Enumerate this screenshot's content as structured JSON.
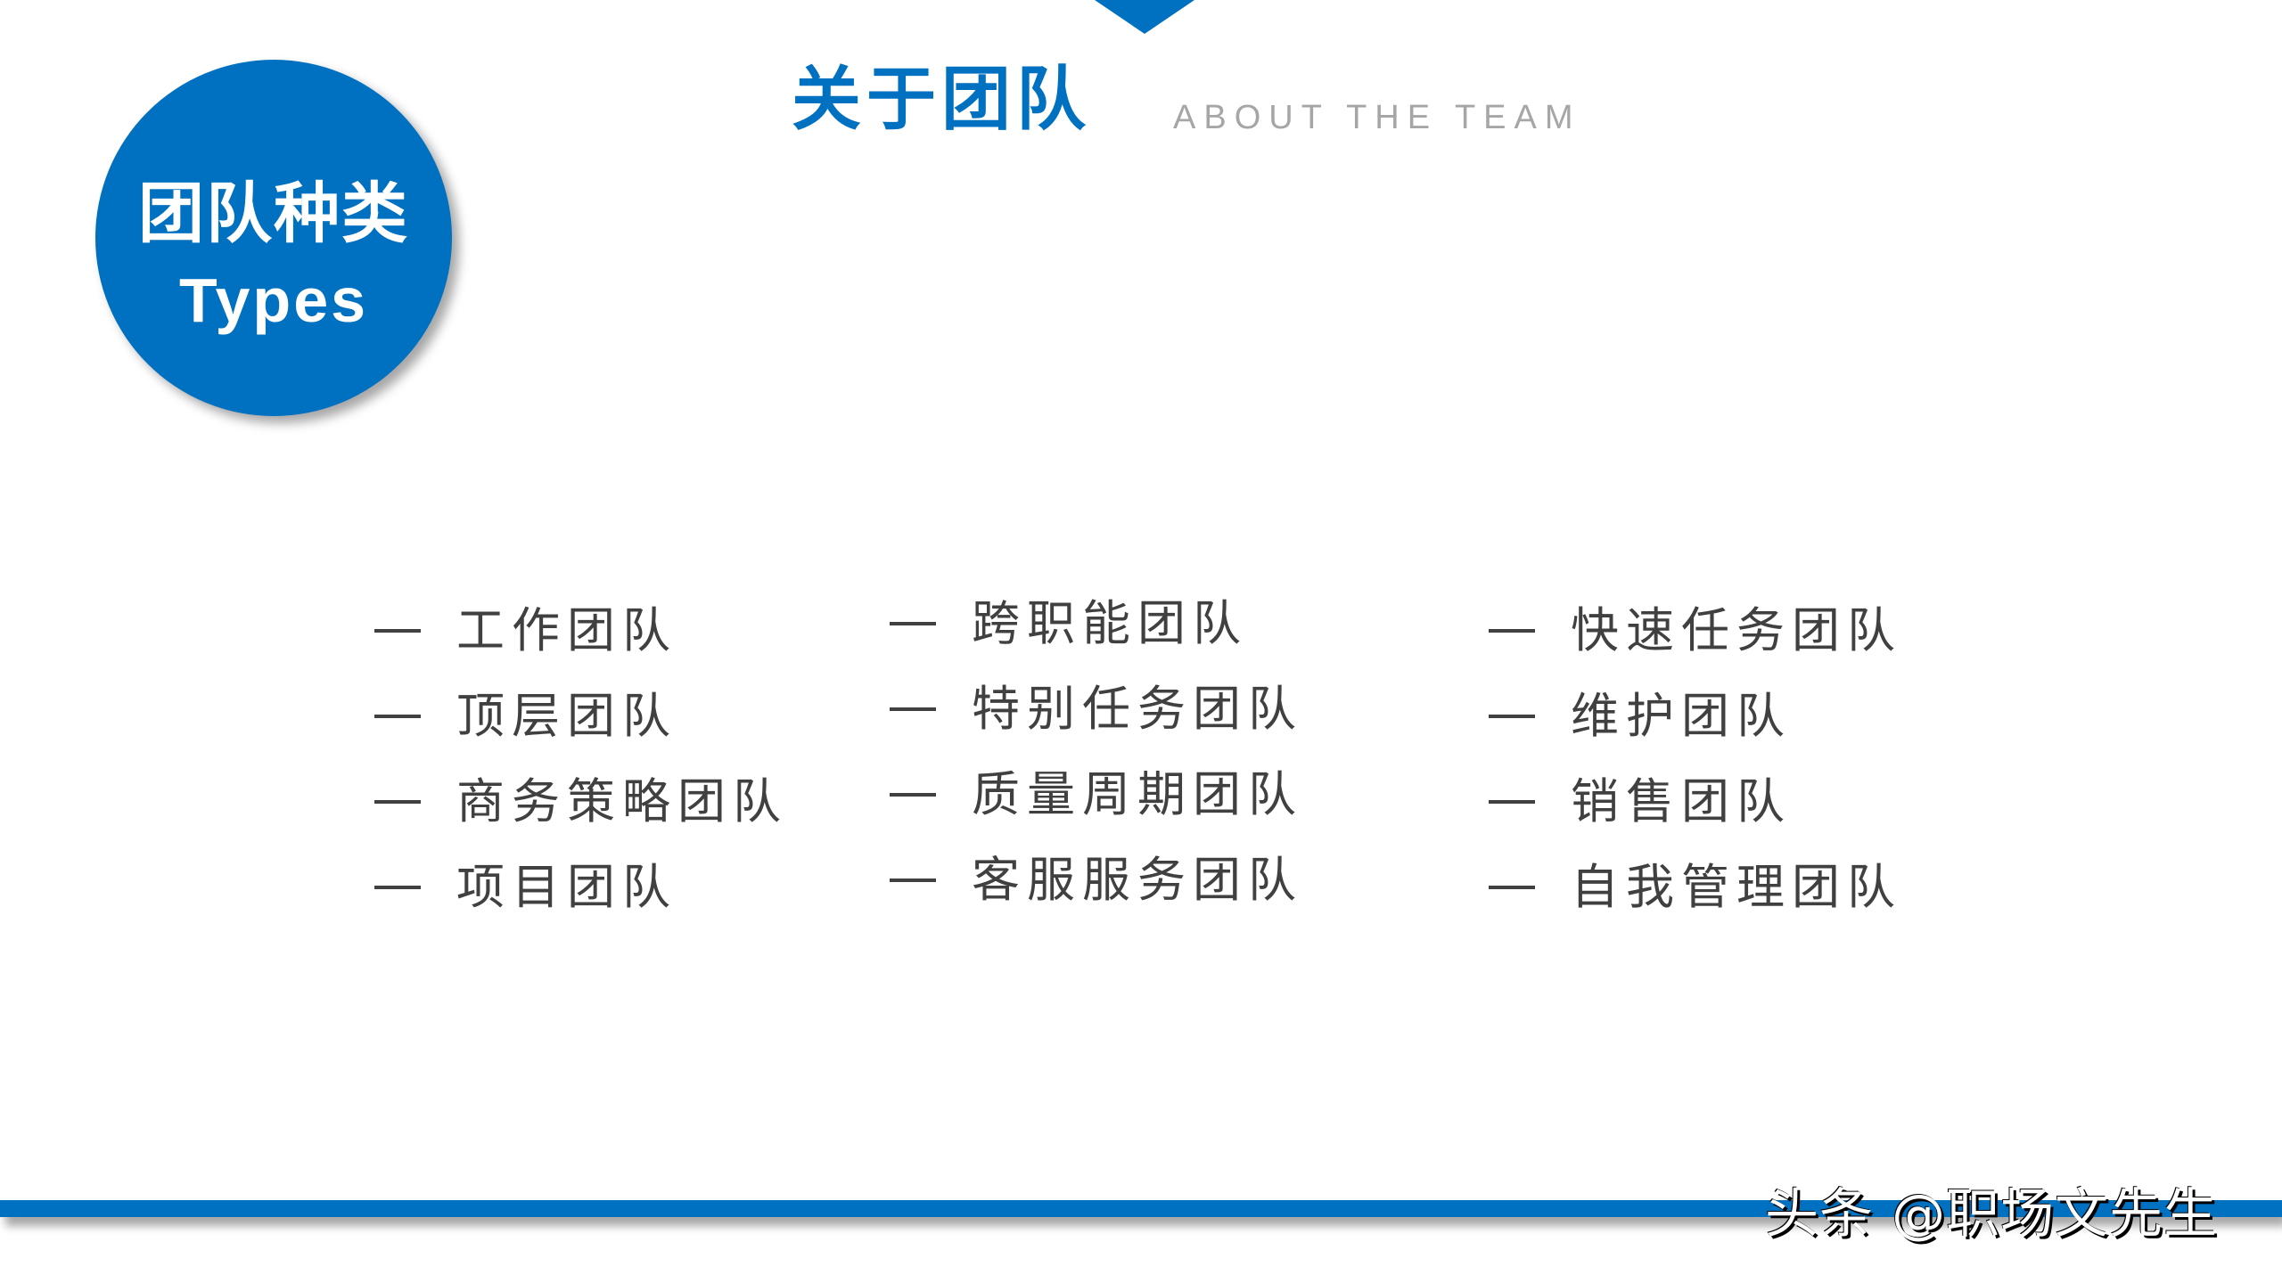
{
  "header": {
    "title": "关于团队",
    "subtitle": "ABOUT THE TEAM"
  },
  "badge": {
    "title_zh": "团队种类",
    "title_en": "Types"
  },
  "team_types": {
    "columns": [
      {
        "items": [
          {
            "label": "工作团队"
          },
          {
            "label": "顶层团队"
          },
          {
            "label": "商务策略团队"
          },
          {
            "label": "项目团队"
          }
        ]
      },
      {
        "items": [
          {
            "label": "跨职能团队"
          },
          {
            "label": "特别任务团队"
          },
          {
            "label": "质量周期团队"
          },
          {
            "label": "客服服务团队"
          }
        ]
      },
      {
        "items": [
          {
            "label": "快速任务团队"
          },
          {
            "label": "维护团队"
          },
          {
            "label": "销售团队"
          },
          {
            "label": "自我管理团队"
          }
        ]
      }
    ]
  },
  "footer": {
    "watermark": "头条 @职场文先生"
  },
  "colors": {
    "accent": "#0070C0",
    "subtitle": "#A6A6A6",
    "body_text": "#404040",
    "background": "#FFFFFF"
  }
}
